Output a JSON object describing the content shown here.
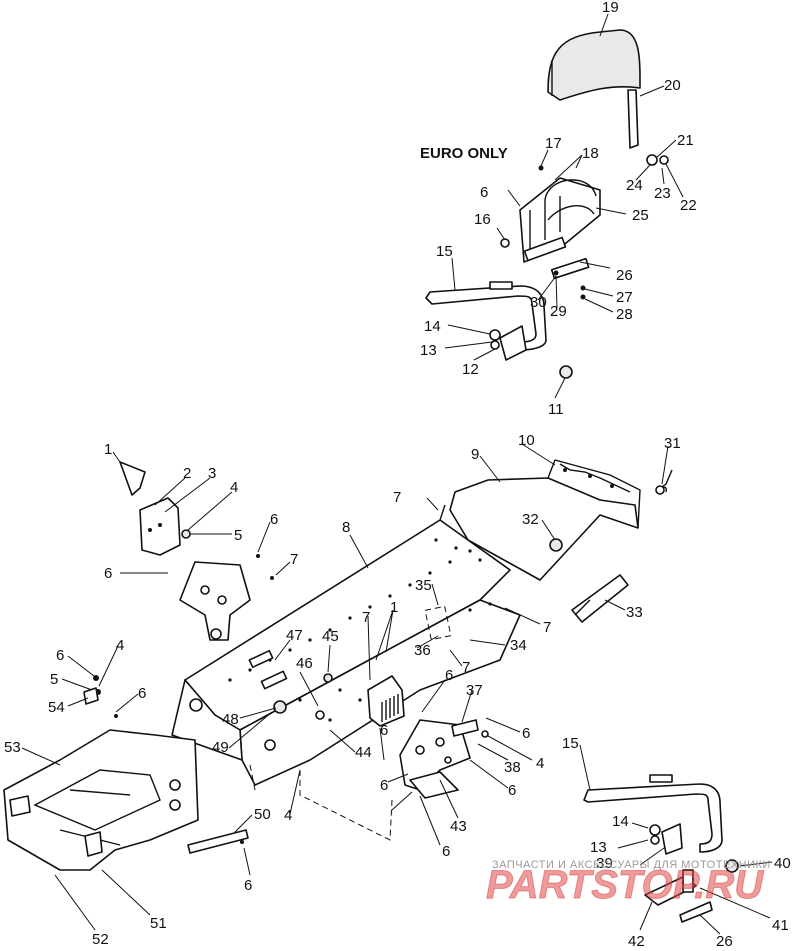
{
  "diagram": {
    "heading": "EURO ONLY",
    "callouts": [
      "1",
      "2",
      "3",
      "4",
      "5",
      "6",
      "7",
      "8",
      "9",
      "10",
      "11",
      "12",
      "13",
      "14",
      "15",
      "16",
      "17",
      "18",
      "19",
      "20",
      "21",
      "22",
      "23",
      "24",
      "25",
      "26",
      "27",
      "28",
      "29",
      "30",
      "31",
      "32",
      "33",
      "34",
      "35",
      "36",
      "37",
      "38",
      "39",
      "40",
      "41",
      "42",
      "43",
      "44",
      "45",
      "46",
      "47",
      "48",
      "49",
      "50",
      "51",
      "52",
      "53",
      "54"
    ],
    "watermark": {
      "caption": "ЗАПЧАСТИ И АКСЕССУАРЫ ДЛЯ МОТОТЕХНИКИ",
      "brand": "PARTSTOP.RU",
      "color": "#e04848"
    }
  }
}
